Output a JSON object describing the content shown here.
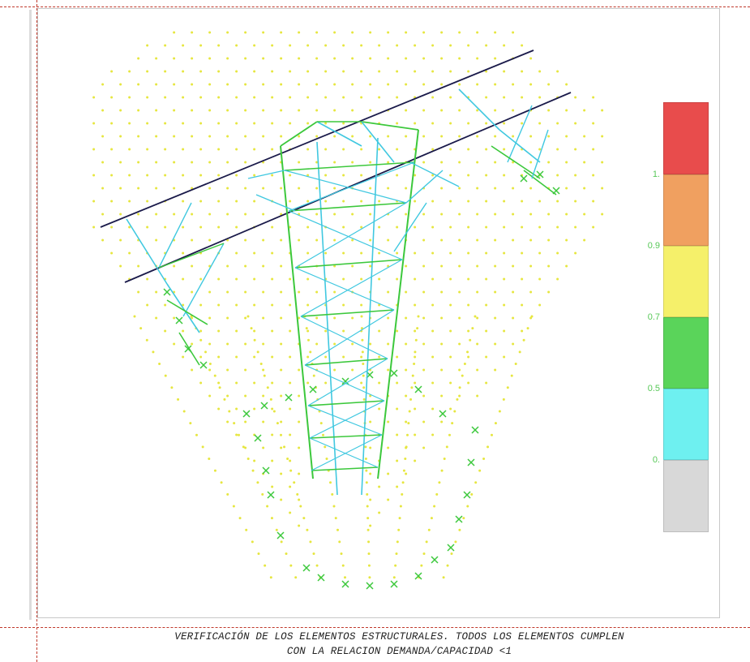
{
  "caption": {
    "line1": "VERIFICACIÓN DE LOS ELEMENTOS ESTRUCTURALES. TODOS LOS ELEMENTOS CUMPLEN",
    "line2": "CON LA RELACION DEMANDA/CAPACIDAD <1"
  },
  "color_scale": {
    "segments": [
      {
        "color": "#e84c4c"
      },
      {
        "color": "#f0a060"
      },
      {
        "color": "#f5f06a"
      },
      {
        "color": "#5ad45a"
      },
      {
        "color": "#6ef0f0"
      },
      {
        "color": "#d8d8d8"
      }
    ],
    "labels": [
      "1.",
      "0.9",
      "0.7",
      "0.5",
      "0."
    ]
  },
  "colors": {
    "cable": "#1a1a4a",
    "member_cyan": "#40c8e0",
    "member_green": "#3cc83c",
    "point_yellow": "#e6e640",
    "frame_red": "#c0392b"
  }
}
